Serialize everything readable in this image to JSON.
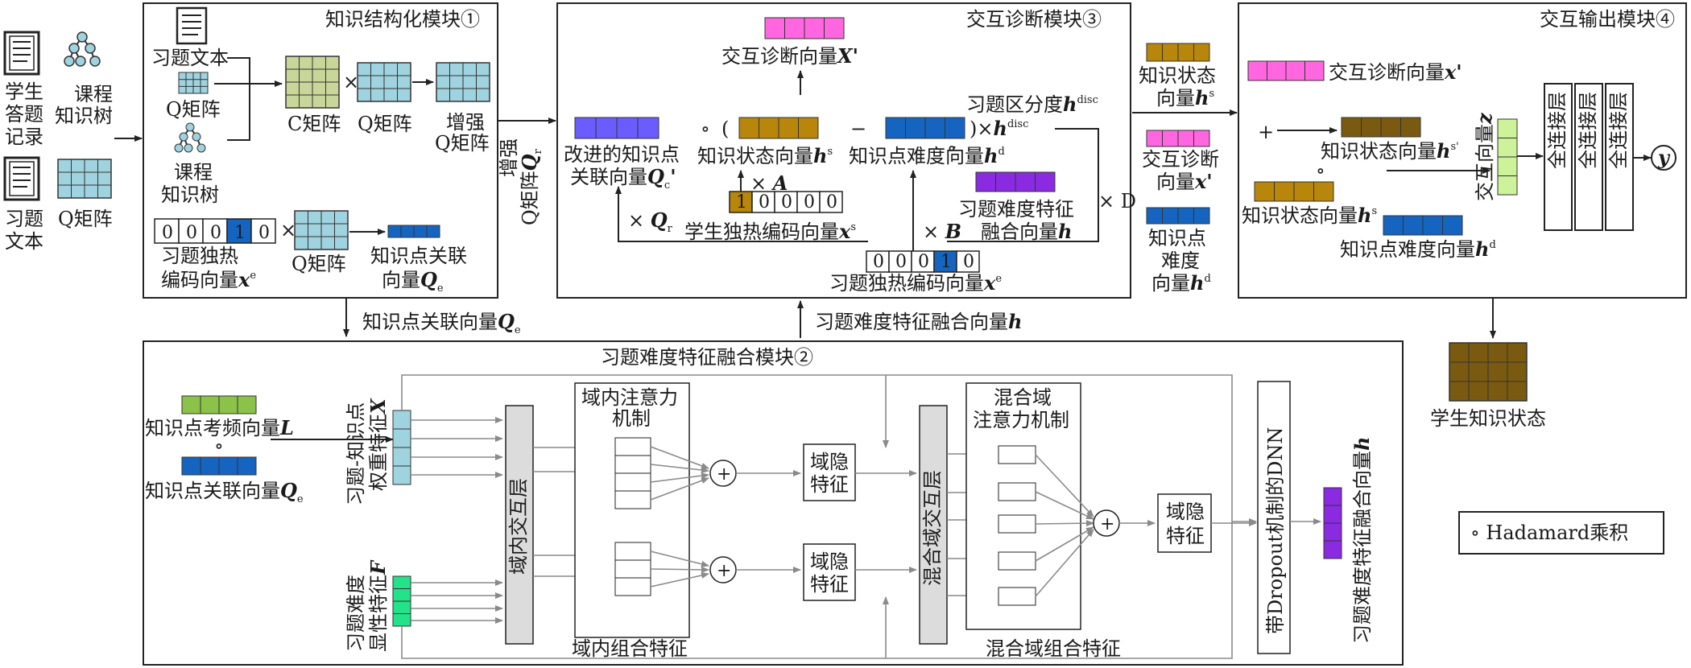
{
  "modules": {
    "m1": "知识结构化模块①",
    "m2": "习题难度特征融合模块②",
    "m3": "交互诊断模块③",
    "m4": "交互输出模块④"
  },
  "inputs": {
    "student_records_1": "学生",
    "student_records_2": "答题",
    "student_records_3": "记录",
    "course_tree_1": "课程",
    "course_tree_2": "知识树",
    "exercise_text_1": "习题",
    "exercise_text_2": "文本",
    "q_matrix": "Q矩阵"
  },
  "m1": {
    "exercise_text": "习题文本",
    "q_matrix": "Q矩阵",
    "course_1": "课程",
    "course_2": "知识树",
    "c_matrix": "C矩阵",
    "q_matrix_mid": "Q矩阵",
    "enhanced_1": "增强",
    "enhanced_2": "Q矩阵",
    "times": "×",
    "onehot_cells": [
      "0",
      "0",
      "0",
      "1",
      "0"
    ],
    "onehot_l1": "习题独热",
    "onehot_l2": "编码向量",
    "q_matrix_bot": "Q矩阵",
    "kp_l1": "知识点关联",
    "kp_l2": "向量"
  },
  "links": {
    "qr_1": "增强",
    "qr_2": "Q矩阵",
    "qc_below": "知识点关联向量",
    "h_above": "习题难度特征融合向量"
  },
  "m3": {
    "diag_vec": "交互诊断向量",
    "improved_1": "改进的知识点",
    "improved_2": "关联向量",
    "ks_vec": "知识状态向量",
    "kd_vec": "知识点难度向量",
    "disc": "习题区分度",
    "times_h": "×",
    "times_a": "× A",
    "times_b": "× B",
    "times_d": "× D",
    "times_q": "× ",
    "student_cells": [
      "1",
      "0",
      "0",
      "0",
      "0"
    ],
    "student_vec": "学生独热编码向量",
    "ex_cells": [
      "0",
      "0",
      "0",
      "1",
      "0"
    ],
    "ex_vec": "习题独热编码向量",
    "fusion_1": "习题难度特征",
    "fusion_2": "融合向量",
    "hadamard": "∘",
    "lparen": "(",
    "minus": "−",
    "rparen": ")"
  },
  "mid": {
    "ks_1": "知识状态",
    "ks_2": "向量",
    "diag_1": "交互诊断",
    "diag_2": "向量",
    "kp_1": "知识点",
    "kp_2": "难度",
    "kp_3": "向量"
  },
  "m4": {
    "diag_vec": "交互诊断向量",
    "plus": "+",
    "ks_vec2": "知识状态向量",
    "hadamard": "∘",
    "ks_vec": "知识状态向量",
    "kd_vec": "知识点难度向量",
    "interact_vec": "交互向量",
    "fc": "全连接层",
    "y": "y"
  },
  "output": {
    "student_ks": "学生知识状态"
  },
  "m2": {
    "freq_vec": "知识点考频向量",
    "hadamard": "∘",
    "qc_vec": "知识点关联向量",
    "xw_1": "习题-知识点",
    "xw_2": "权重特征",
    "fe_1": "习题难度",
    "fe_2": "显性特征",
    "intra_layer": "域内交互层",
    "intra_attn_1": "域内注意力",
    "intra_attn_2": "机制",
    "plus": "+",
    "hidden_1": "域隐",
    "hidden_2": "特征",
    "intra_combo": "域内组合特征",
    "mix_layer": "混合域交互层",
    "mix_attn_1": "混合域",
    "mix_attn_2": "注意力机制",
    "mix_combo": "混合域组合特征",
    "dnn": "带Dropout机制的DNN",
    "h_vec": "习题难度特征融合向量"
  },
  "legend": "∘ Hadamard乘积",
  "colors": {
    "pink": "#ff66e0",
    "gold": "#b8860b",
    "blue": "#1565c0",
    "lightblue": "#9fd3df",
    "olive": "#c9d69a",
    "purple": "#8a2be2",
    "periwinkle": "#6a5cff",
    "brown": "#7a5a10",
    "green": "#8bc34a",
    "mint": "#22e28a",
    "lightgreen": "#ccf29a",
    "gray": "#dcdcdc"
  }
}
